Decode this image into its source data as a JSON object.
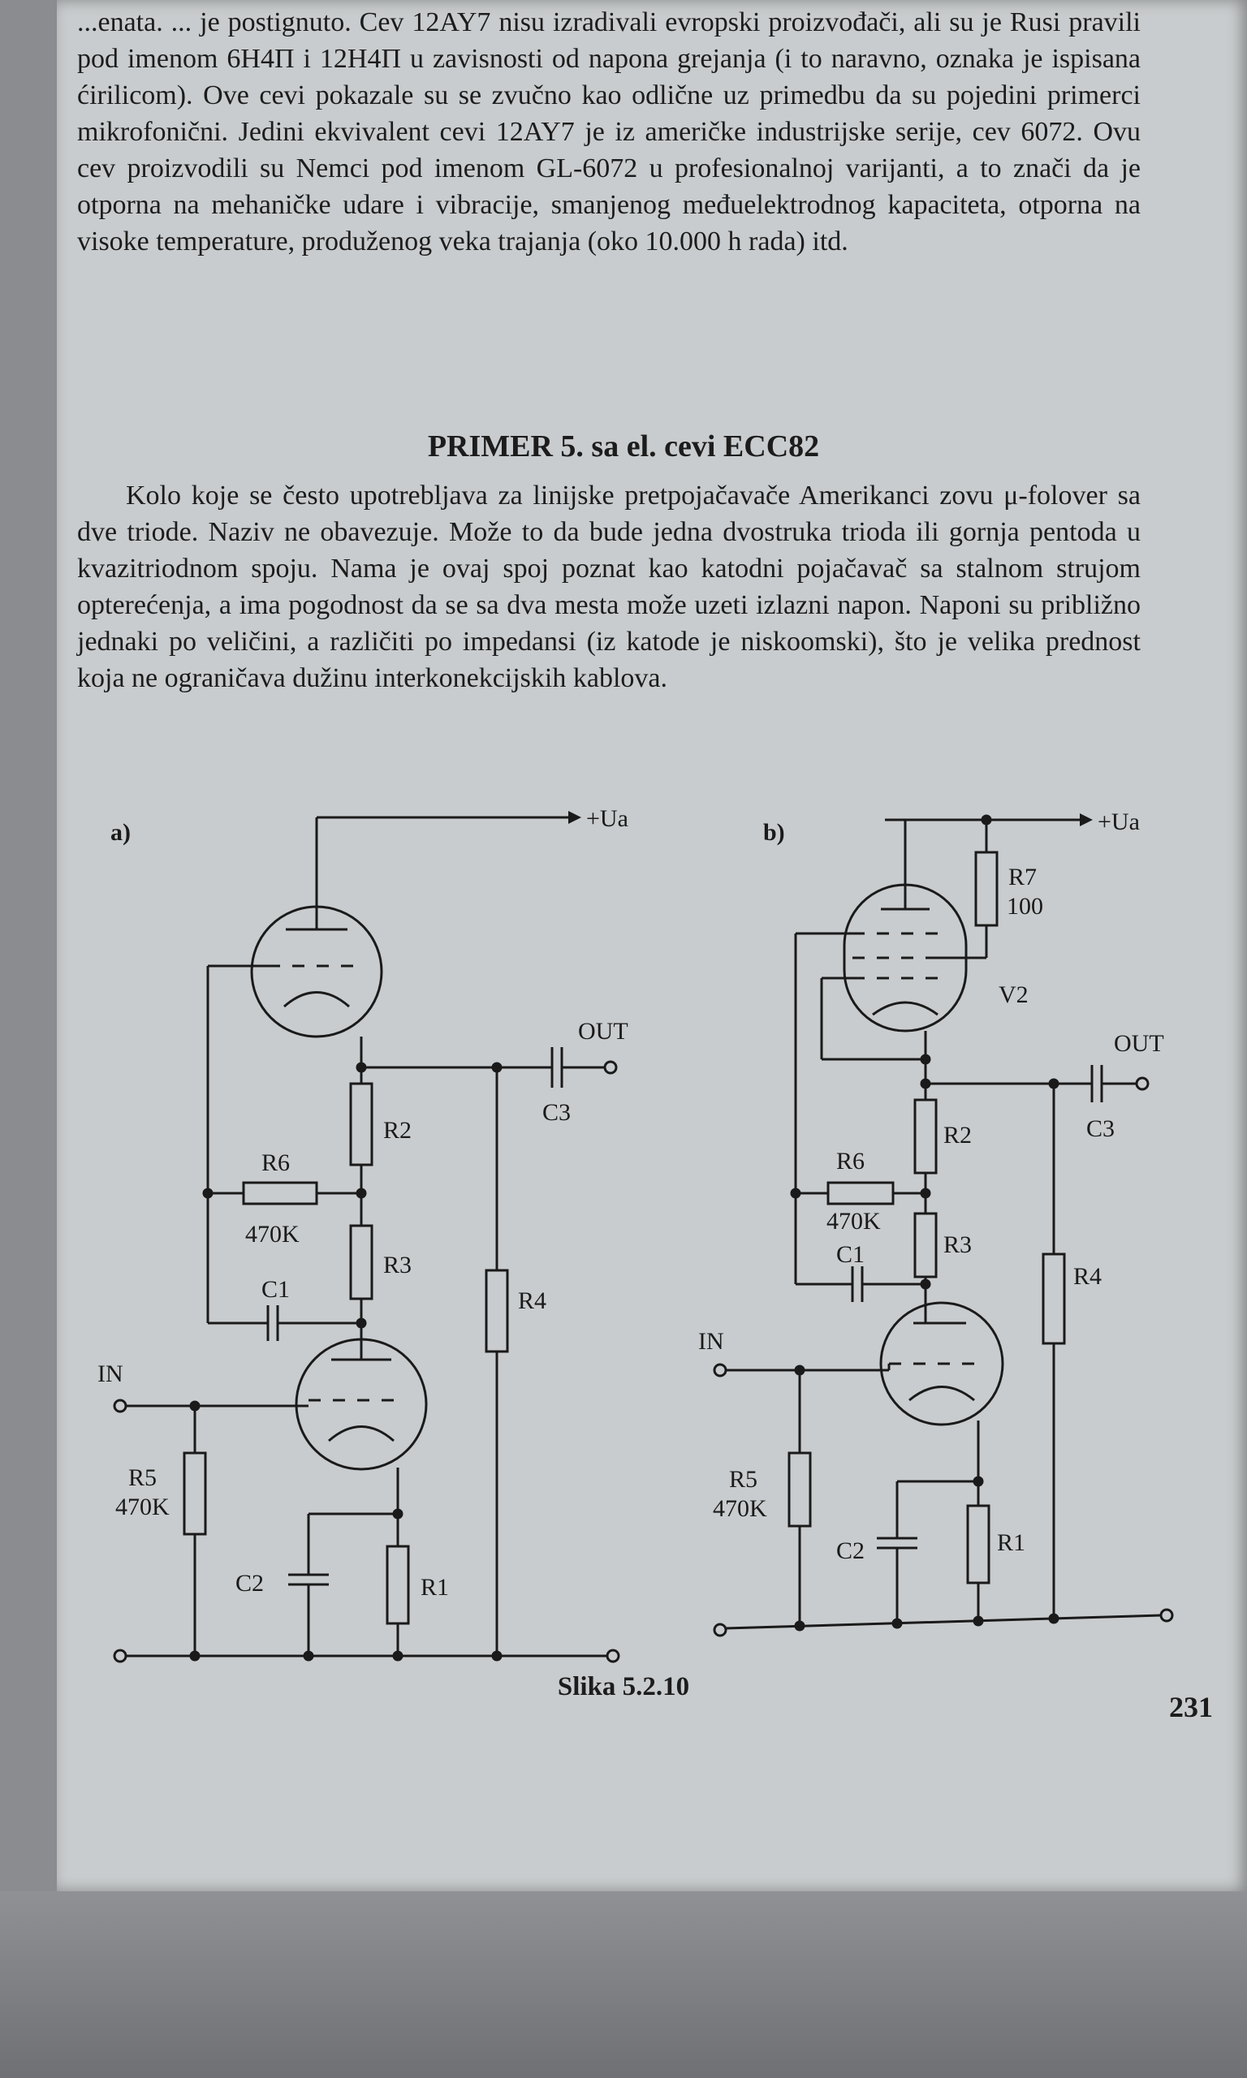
{
  "intro_paragraph": "...enata. ... je postignuto. Cev 12AY7 nisu izradivali evropski proizvođači, ali su je Rusi pravili pod imenom 6H4П i 12H4П u zavisnosti od napona grejanja (i to naravno, oznaka je ispisana ćirilicom). Ove cevi pokazale su se zvučno kao odlične uz primedbu da su pojedini primerci mikrofonični. Jedini ekvivalent cevi 12AY7 je iz američke industrijske serije, cev 6072. Ovu cev proizvodili su Nemci pod imenom GL-6072 u profesionalnoj varijanti, a to znači da je otporna na mehaničke udare i vibracije, smanjenog međuelektrodnog kapaciteta, otporna na visoke temperature, produženog veka trajanja (oko 10.000 h rada) itd.",
  "section_heading": "PRIMER 5. sa el. cevi ECC82",
  "body_paragraph": "Kolo koje se često upotrebljava za linijske pretpojačavače Amerikanci zovu μ-folover sa dve triode. Naziv ne obavezuje. Može to da bude jedna dvostruka trioda ili gornja pentoda u kvazitriodnom spoju. Nama je ovaj spoj poznat kao katodni pojačavač sa stalnom strujom opterećenja, a ima pogodnost da se sa dva mesta može uzeti izlazni napon. Naponi su približno jednaki po veličini, a različiti po impedansi (iz katode je niskoomski), što je velika prednost koja ne ograničava dužinu interkonekcijskih kablova.",
  "schematic_a": {
    "tag": "a)",
    "supply": "+Ua",
    "output": "OUT",
    "input": "IN",
    "r1": "R1",
    "r2": "R2",
    "r3": "R3",
    "r4": "R4",
    "r5": "R5",
    "r6": "R6",
    "r5_value": "470K",
    "r6_value": "470K",
    "c1": "C1",
    "c2": "C2",
    "c3": "C3"
  },
  "schematic_b": {
    "tag": "b)",
    "supply": "+Ua",
    "output": "OUT",
    "input": "IN",
    "tube": "V2",
    "r1": "R1",
    "r2": "R2",
    "r3": "R3",
    "r4": "R4",
    "r5": "R5",
    "r6": "R6",
    "r7": "R7",
    "r5_value": "470K",
    "r6_value": "470K",
    "r7_value": "100",
    "c1": "C1",
    "c2": "C2",
    "c3": "C3"
  },
  "figure_caption": "Slika 5.2.10",
  "page_number": "231"
}
